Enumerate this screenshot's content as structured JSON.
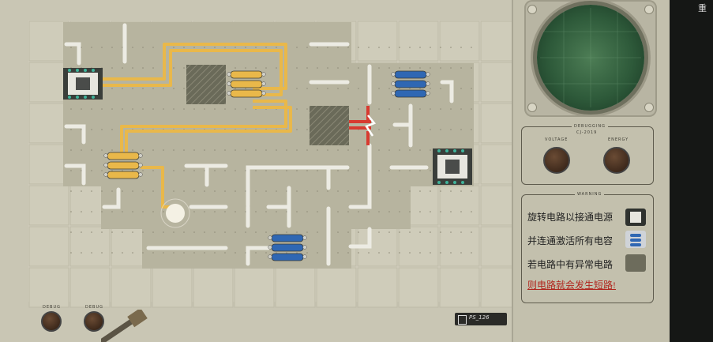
{
  "panel": {
    "debug_title": "DEBUGGING",
    "debug_sub": "CJ-2019",
    "voltage_label": "VOLTAGE",
    "energy_label": "ENERGY",
    "warning_title": "WARNING",
    "hints": [
      {
        "text": "旋转电路以接通电源",
        "icon": "transformer-icon"
      },
      {
        "text": "并连通激活所有电容",
        "icon": "capacitor-icon"
      },
      {
        "text": "若电路中有异常电路",
        "icon": "anomaly-tile-icon"
      }
    ],
    "warning_text": "则电路就会发生短路!"
  },
  "bottom": {
    "knob_label_1": "DEBUG",
    "knob_label_2": "DEBUG",
    "model": "PS_126"
  },
  "corner_text": "重",
  "colors": {
    "powered": "#e9b84a",
    "pipe": "#ecebe3",
    "fault": "#d83a30",
    "board": "#c9c6b4",
    "tile": "#b9b6a3",
    "anomaly": "#6d6c5c"
  }
}
